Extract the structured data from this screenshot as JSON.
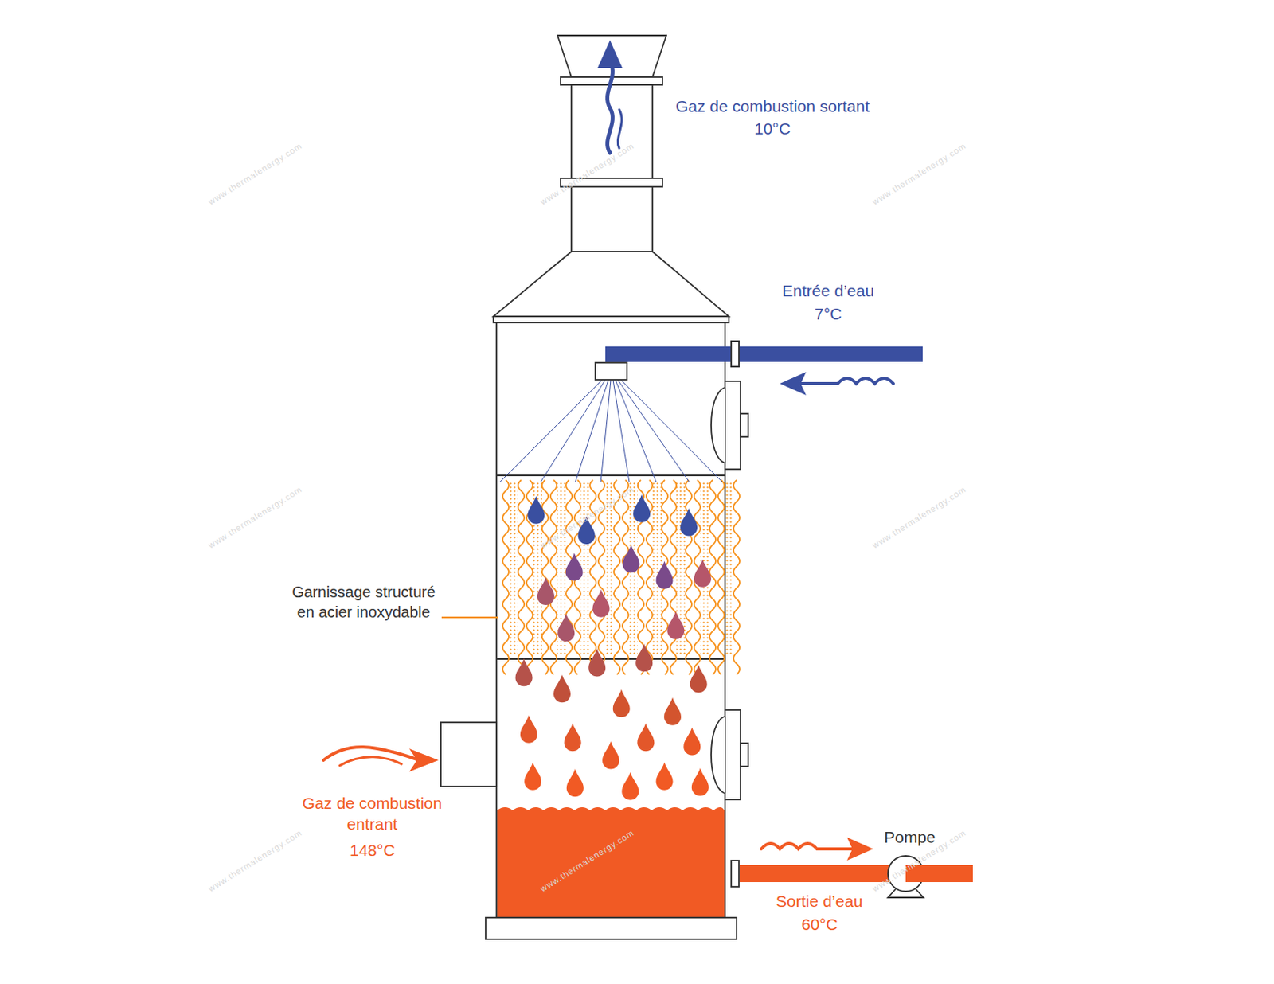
{
  "diagram": {
    "labels": [
      "Gaz de combustion sortant",
      "10°C",
      "Entrée d’eau",
      "7°C",
      "Garnissage structuré en acier inoxydable",
      "Gaz de combustion entrant",
      "148°C",
      "Pompe",
      "Sortie d’eau",
      "60°C",
      "www.thermalenergy.com",
      "www.thermalenergy.com",
      "www.thermalenergy.com",
      "www.thermalenergy.com",
      "www.thermalenergy.com",
      "www.thermalenergy.com",
      "www.thermalenergy.com",
      "www.thermalenergy.com",
      "www.thermalenergy.com"
    ]
  }
}
